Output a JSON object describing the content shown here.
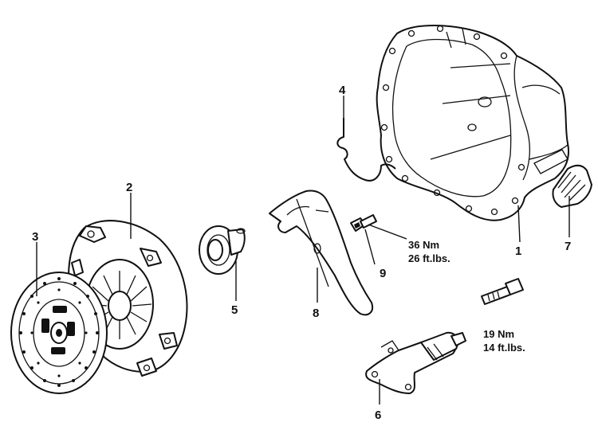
{
  "callouts": [
    {
      "id": "callout-1",
      "label": "1"
    },
    {
      "id": "callout-2",
      "label": "2"
    },
    {
      "id": "callout-3",
      "label": "3"
    },
    {
      "id": "callout-4",
      "label": "4"
    },
    {
      "id": "callout-5",
      "label": "5"
    },
    {
      "id": "callout-6",
      "label": "6"
    },
    {
      "id": "callout-7",
      "label": "7"
    },
    {
      "id": "callout-8",
      "label": "8"
    },
    {
      "id": "callout-9",
      "label": "9"
    }
  ],
  "torque_specs": [
    {
      "metric": "36 Nm",
      "imperial": "26 ft.lbs."
    },
    {
      "metric": "19 Nm",
      "imperial": "14 ft.lbs."
    }
  ]
}
